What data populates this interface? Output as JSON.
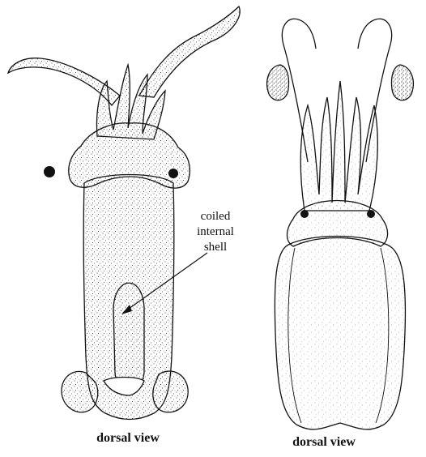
{
  "left_specimen": {
    "annotation_lines": [
      "coiled",
      "internal",
      "shell"
    ],
    "caption": "dorsal view"
  },
  "right_specimen": {
    "caption": "dorsal view"
  },
  "colors": {
    "ink": "#111111",
    "paper": "#ffffff"
  }
}
